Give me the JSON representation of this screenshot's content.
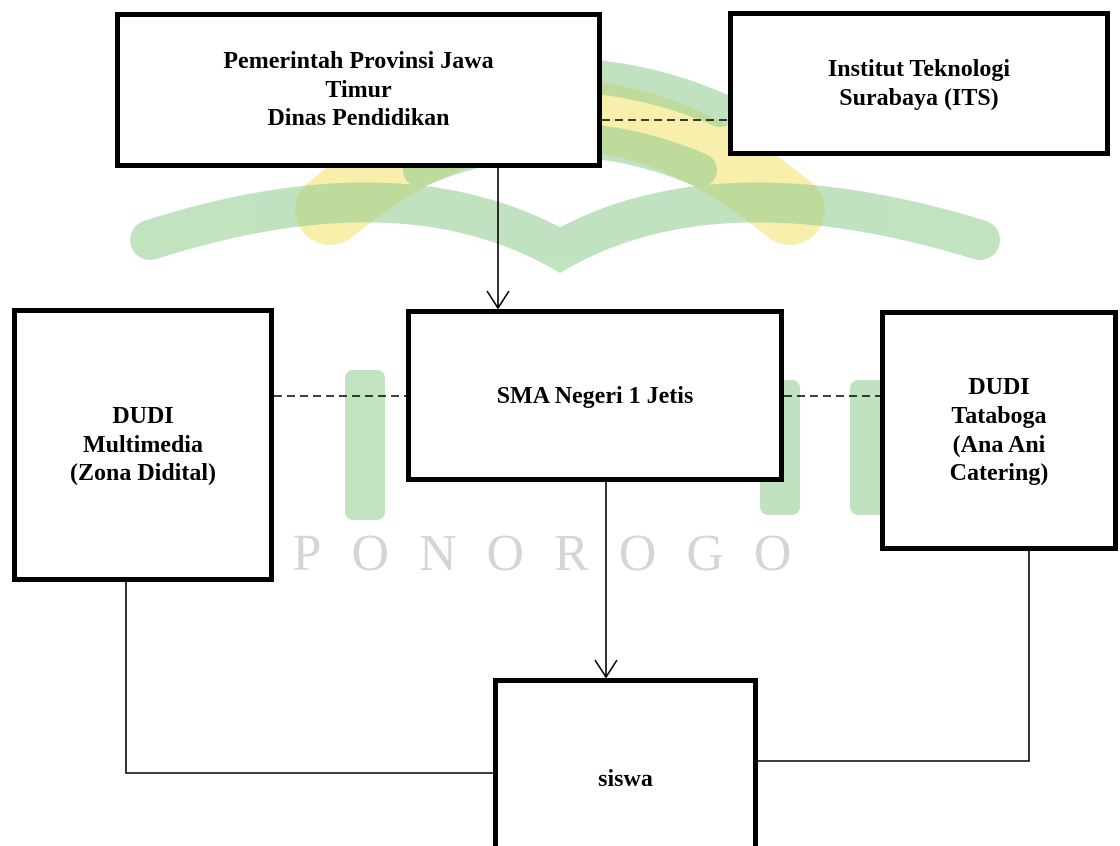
{
  "watermark": {
    "text": "PONOROGO",
    "colors": {
      "green": "#8fcc8d",
      "yellow": "#f7e88a"
    }
  },
  "nodes": {
    "pemprov": {
      "label": "Pemerintah Provinsi Jawa\nTimur\nDinas Pendidikan"
    },
    "its": {
      "label": "Institut Teknologi\nSurabaya (ITS)"
    },
    "sma": {
      "label": "SMA Negeri 1 Jetis"
    },
    "dudi_multimedia": {
      "label": "DUDI\nMultimedia\n(Zona Didital)"
    },
    "dudi_tataboga": {
      "label": "DUDI\nTataboga\n(Ana Ani\nCatering)"
    },
    "siswa": {
      "label": "siswa"
    }
  },
  "edges": [
    {
      "from": "pemprov",
      "to": "sma",
      "style": "arrow"
    },
    {
      "from": "pemprov",
      "to": "its",
      "style": "dashed"
    },
    {
      "from": "dudi_multimedia",
      "to": "sma",
      "style": "dashed"
    },
    {
      "from": "sma",
      "to": "dudi_tataboga",
      "style": "dashed"
    },
    {
      "from": "sma",
      "to": "siswa",
      "style": "arrow"
    },
    {
      "from": "dudi_multimedia",
      "to": "siswa",
      "style": "solid"
    },
    {
      "from": "dudi_tataboga",
      "to": "siswa",
      "style": "solid"
    }
  ]
}
